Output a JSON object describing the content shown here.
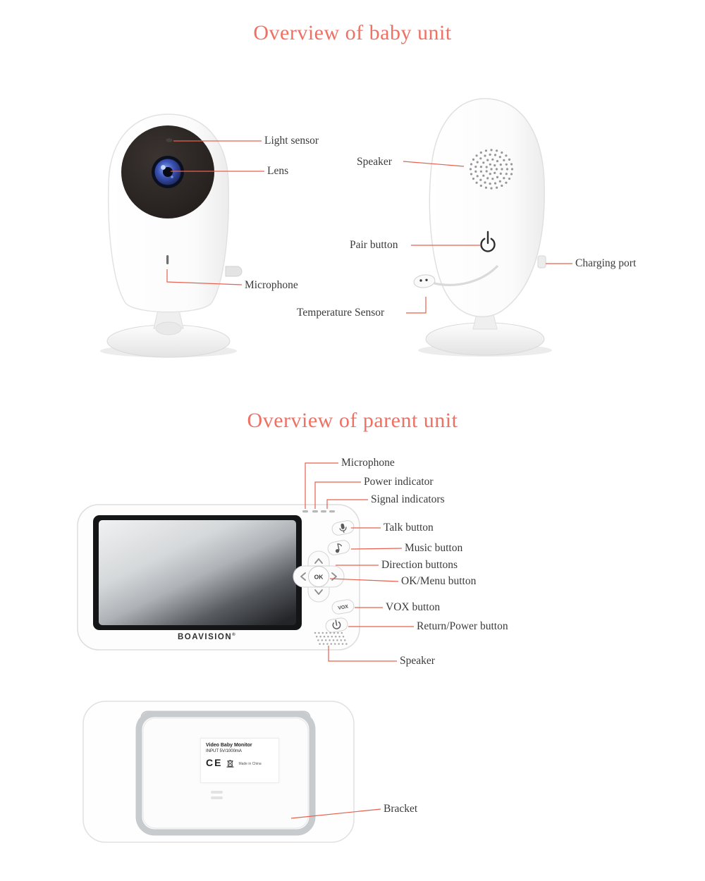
{
  "page": {
    "background": "#ffffff",
    "accent_color": "#ef7164",
    "leader_line_color": "#e8604f",
    "label_color": "#3b3b3b"
  },
  "baby_unit": {
    "title": "Overview of baby unit",
    "labels": {
      "light_sensor": "Light sensor",
      "lens": "Lens",
      "microphone": "Microphone",
      "speaker": "Speaker",
      "pair_button": "Pair button",
      "charging_port": "Charging port",
      "temperature_sensor": "Temperature Sensor"
    }
  },
  "parent_unit": {
    "title": "Overview of parent unit",
    "labels": {
      "microphone": "Microphone",
      "power_indicator": "Power indicator",
      "signal_indicators": "Signal indicators",
      "talk_button": "Talk button",
      "music_button": "Music button",
      "direction_buttons": "Direction buttons",
      "ok_menu_button": "OK/Menu button",
      "vox_button": "VOX button",
      "return_power_button": "Return/Power button",
      "speaker": "Speaker",
      "bracket": "Bracket"
    },
    "device": {
      "brand": "BOAVISION",
      "brand_reg": "®",
      "ok_button": "OK",
      "vox_button": "VOX"
    },
    "back_sticker": {
      "title": "Video Baby Monitor",
      "input": "INPUT 5V/1000mA",
      "ce_mark": "CE",
      "made_in": "Made in China"
    }
  }
}
